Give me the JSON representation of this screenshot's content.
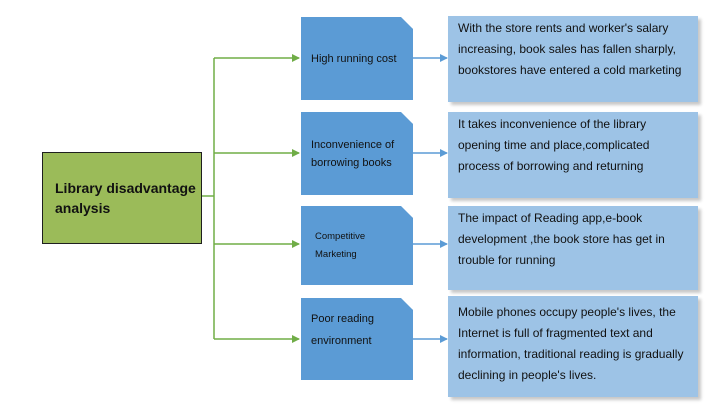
{
  "root": {
    "label": "Library disadvantage\nanalysis"
  },
  "branches": [
    {
      "cause": "High running cost",
      "detail": "With the store rents and    worker's salary increasing, book sales has fallen sharply, bookstores have entered a cold marketing"
    },
    {
      "cause": "Inconvenience of\nborrowing books",
      "detail": "It takes inconvenience of the library opening time and place,complicated process of borrowing and returning"
    },
    {
      "cause": "Competitive\nMarketing",
      "detail": "The impact of Reading app,e-book development ,the book store has get in trouble for running"
    },
    {
      "cause": "Poor reading\nenvironment",
      "detail": "Mobile phones occupy people's lives, the Internet is full of fragmented text and information, traditional reading is gradually declining in people's lives."
    }
  ],
  "colors": {
    "root_fill": "#9bbb59",
    "cause_fill": "#5b9bd5",
    "detail_fill": "#9dc3e6",
    "green_connector": "#70ad47",
    "blue_connector": "#5b9bd5"
  }
}
